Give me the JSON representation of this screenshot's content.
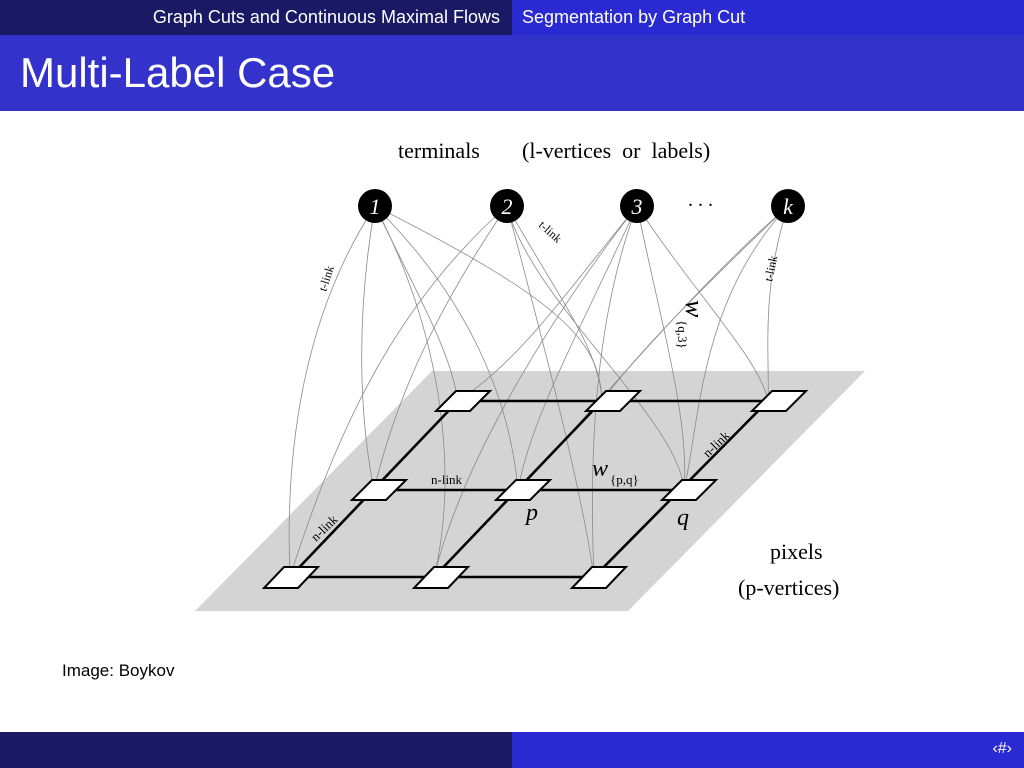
{
  "header": {
    "section": "Graph Cuts and Continuous Maximal Flows",
    "subsection": "Segmentation by Graph Cut"
  },
  "slide": {
    "title": "Multi-Label Case",
    "credit": "Image: Boykov"
  },
  "diagram": {
    "terminals_heading": "terminals",
    "terminals_subheading": "(l-vertices  or  labels)",
    "terminals": [
      "1",
      "2",
      "3",
      "k"
    ],
    "ellipsis": ". . .",
    "t_link_label": "t-link",
    "n_link_label": "n-link",
    "w_symbol": "w",
    "w_q3_subscript": "{q,3}",
    "w_pq_subscript": "{p,q}",
    "pixel_p": "p",
    "pixel_q": "q",
    "pixels_label": "pixels",
    "pixels_sublabel": "(p-vertices)"
  },
  "footer": {
    "page_number": "‹#›"
  }
}
